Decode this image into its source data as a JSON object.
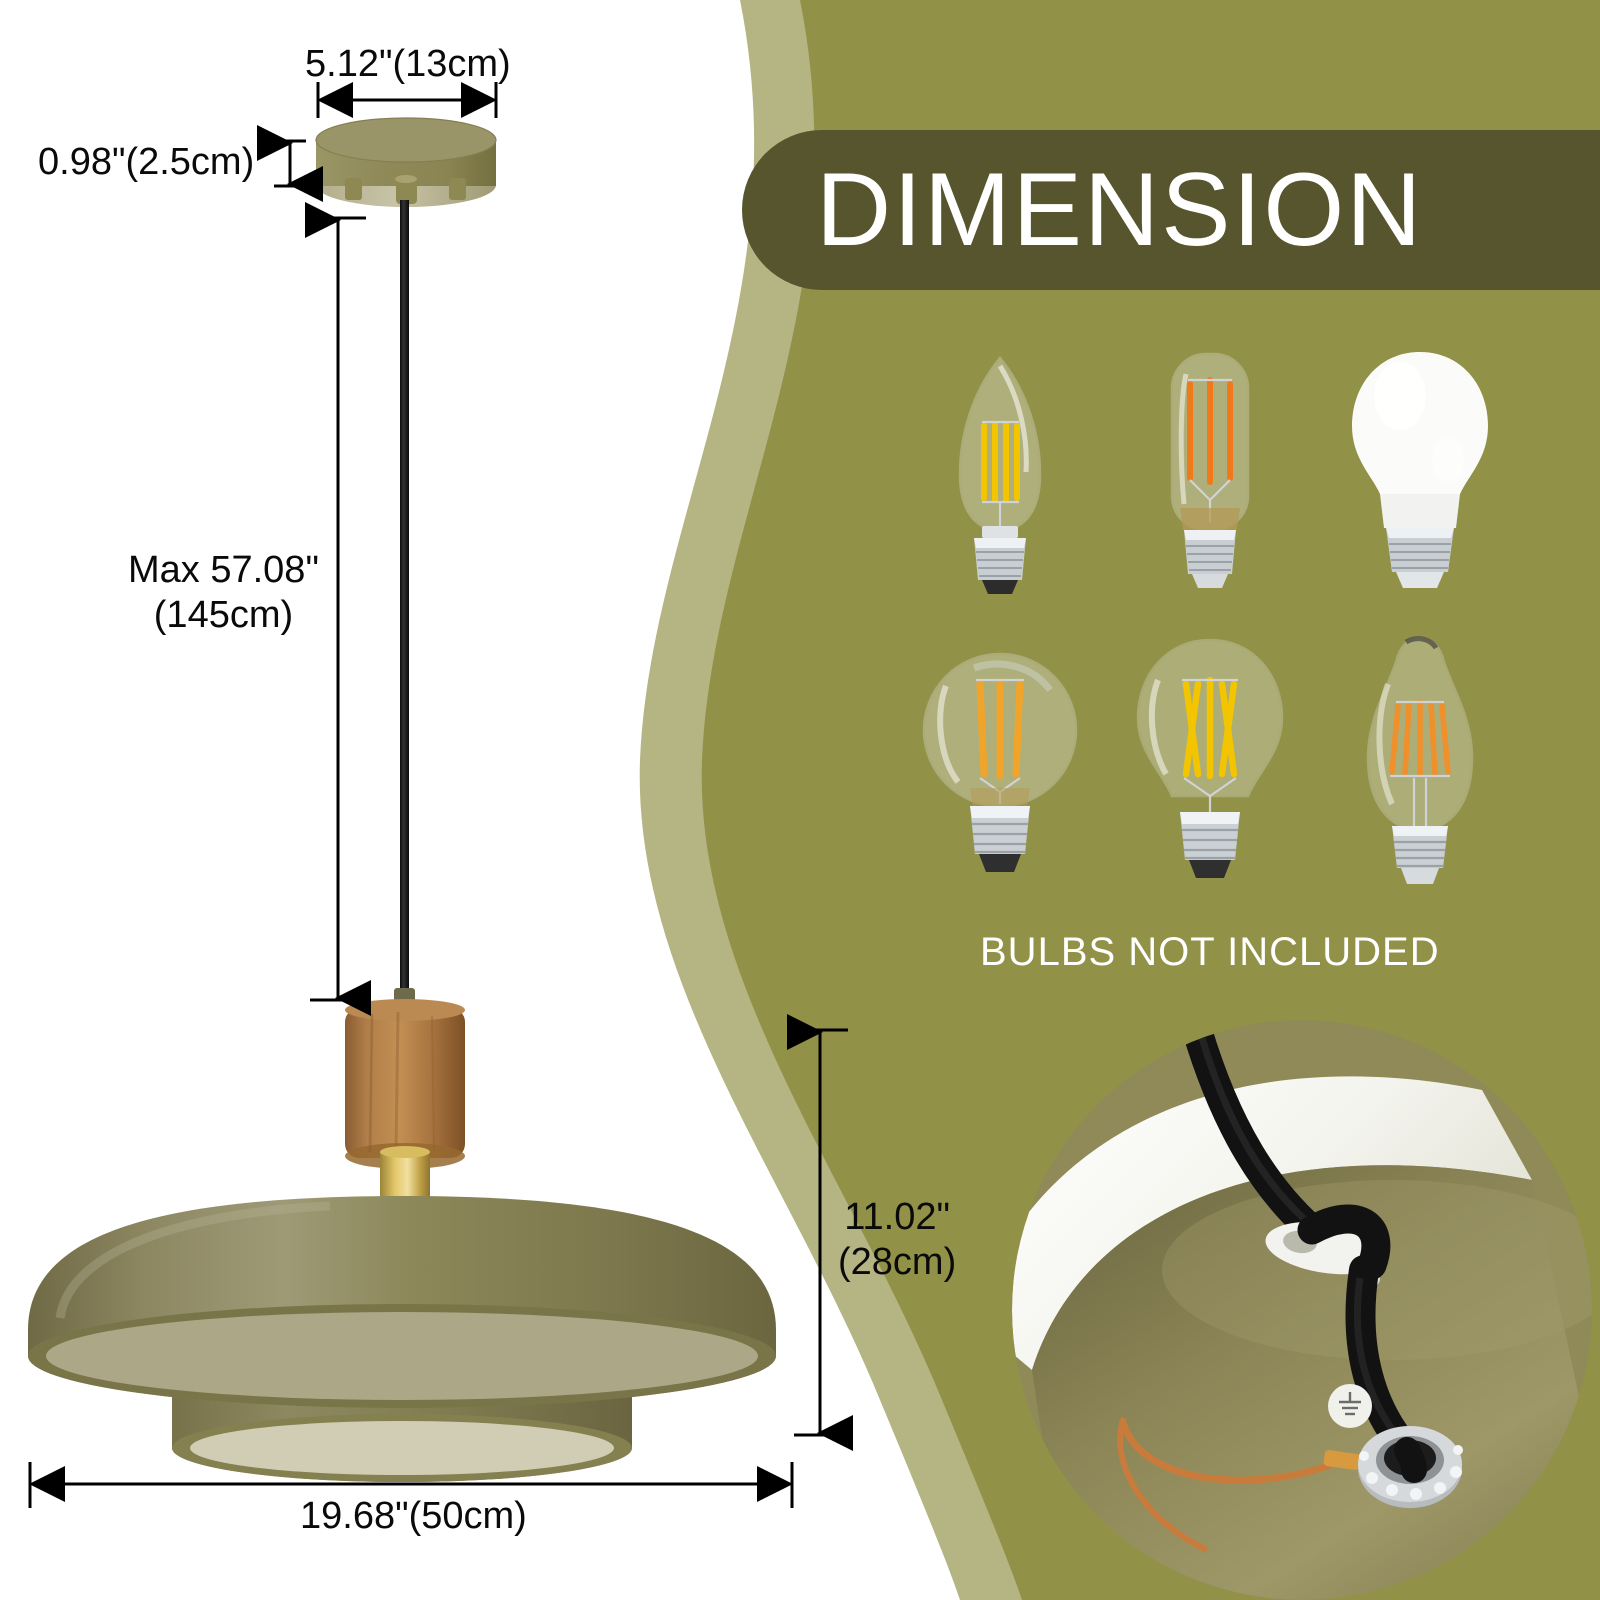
{
  "banner": {
    "title": "DIMENSION"
  },
  "colors": {
    "olive_dark": "#56552E",
    "olive_main": "#929148",
    "olive_stripe": "#B5B483",
    "shade": "#807B52",
    "wood": "#A97546",
    "brass": "#C9A44E",
    "cord": "#1b1b1b",
    "white": "#FFFFFF"
  },
  "dimensions": {
    "canopy_width": "5.12\"(13cm)",
    "canopy_height": "0.98\"(2.5cm)",
    "max_drop_line1": "Max 57.08\"",
    "max_drop_line2": "(145cm)",
    "shade_height_line1": "11.02\"",
    "shade_height_line2": "(28cm)",
    "shade_diameter": "19.68\"(50cm)"
  },
  "notes": {
    "bulbs_not_included": "BULBS NOT INCLUDED"
  },
  "bulbs": [
    {
      "name": "candle-bulb-c35",
      "shape": "candle",
      "filament": "#F2C500",
      "glass": "clear"
    },
    {
      "name": "tubular-bulb-t45",
      "shape": "tube",
      "filament": "#F07A1A",
      "glass": "clear"
    },
    {
      "name": "frosted-bulb-a19",
      "shape": "a-frost",
      "filament": "#FFFFFF",
      "glass": "frosted"
    },
    {
      "name": "globe-bulb-g45",
      "shape": "globe",
      "filament": "#F0A52A",
      "glass": "clear"
    },
    {
      "name": "standard-bulb-a60",
      "shape": "a-clear",
      "filament": "#F2C500",
      "glass": "clear"
    },
    {
      "name": "edison-bulb-st64",
      "shape": "edison",
      "filament": "#F0902A",
      "glass": "clear"
    }
  ],
  "product": {
    "name": "olive-wood-pendant-light",
    "canopy": "olive-ceiling-canopy",
    "cord": "black-fabric-cord",
    "socket_holder": "walnut-wood-socket",
    "shade": "olive-dome-shade"
  },
  "detail_photo": {
    "name": "canopy-wiring-closeup"
  }
}
